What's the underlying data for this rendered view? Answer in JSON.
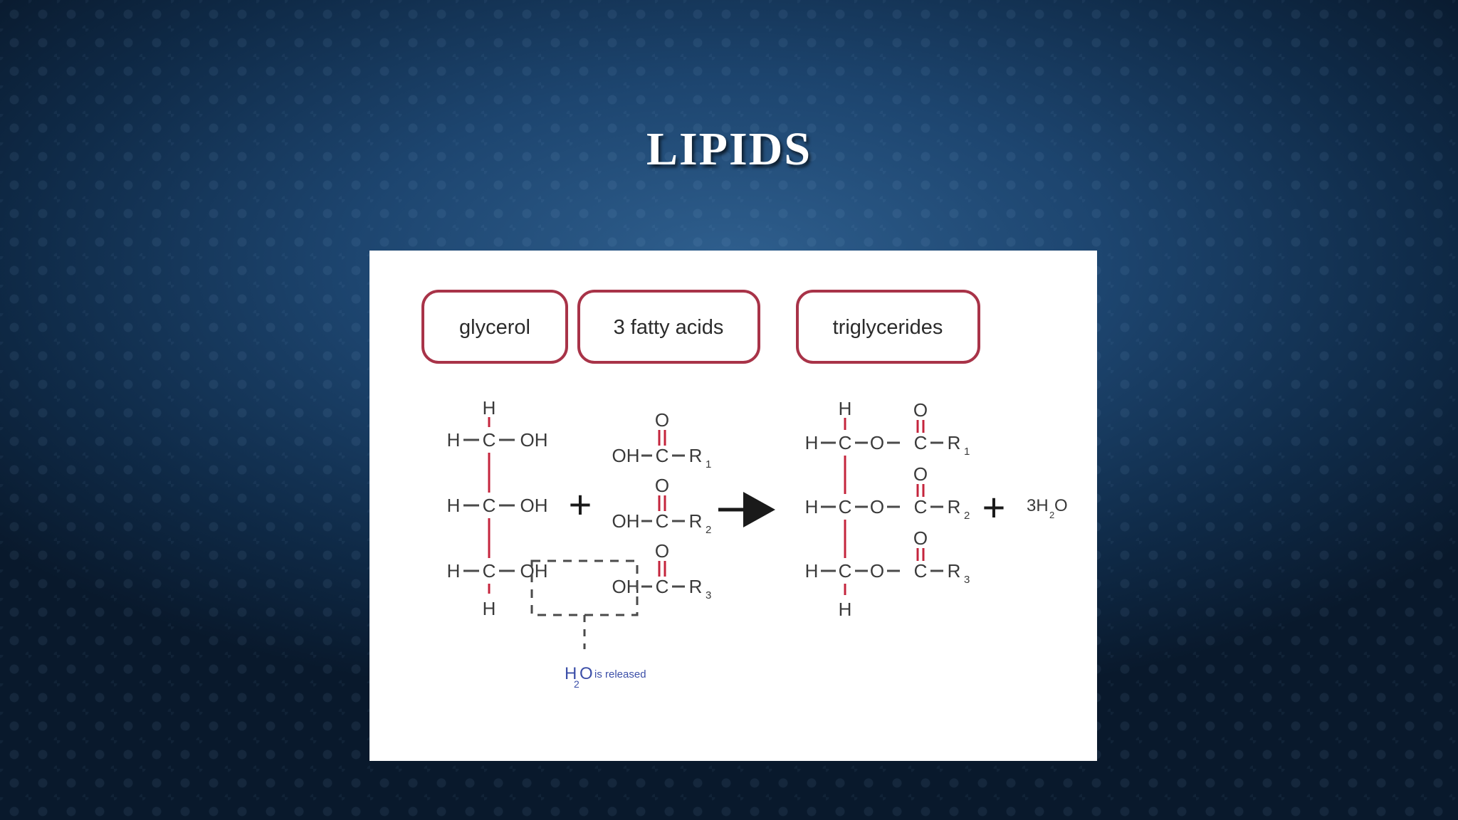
{
  "slide": {
    "title": "LIPIDS"
  },
  "figure": {
    "labels": {
      "glycerol": "glycerol",
      "fatty_acids": "3 fatty acids",
      "triglycerides": "triglycerides"
    },
    "atoms": {
      "H": "H",
      "C": "C",
      "O": "O",
      "OH": "OH",
      "R": "R"
    },
    "subscripts": {
      "one": "1",
      "two": "2",
      "three": "3"
    },
    "plus": "+",
    "water_product": {
      "prefix": "3H",
      "sub": "2",
      "suffix": "O"
    },
    "released_note": {
      "h": "H",
      "sub": "2",
      "o": "O",
      "text": "is released"
    }
  }
}
